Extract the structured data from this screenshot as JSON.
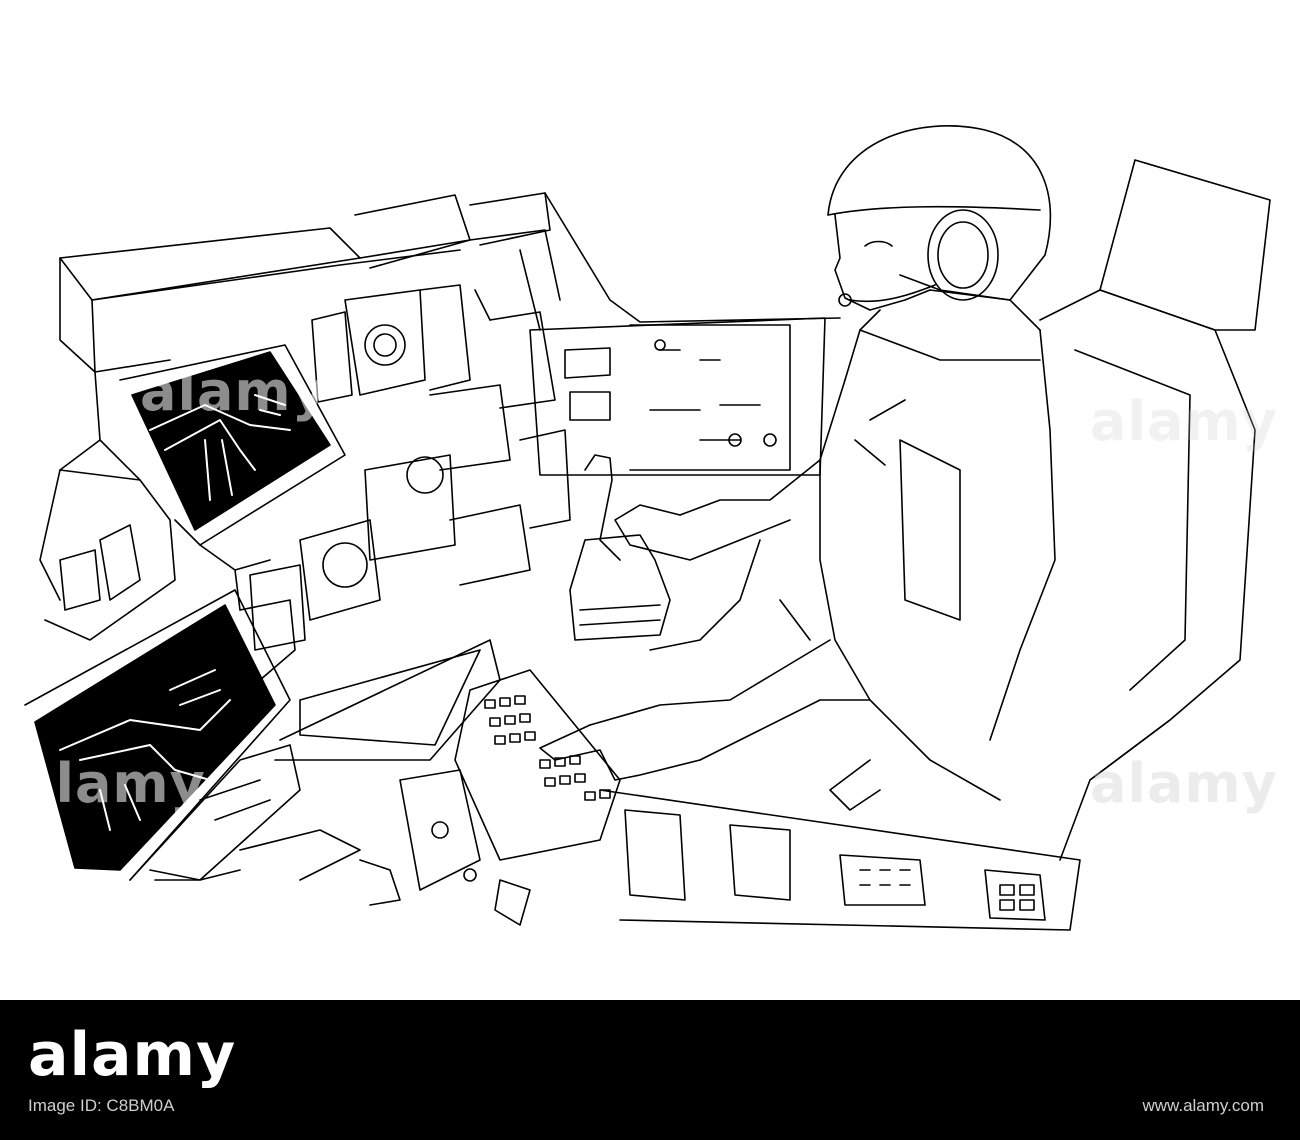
{
  "watermark": {
    "logo_text": "alamy"
  },
  "footer": {
    "logo_text": "alamy",
    "image_id_label": "Image ID: C8BM0A",
    "url": "www.alamy.com"
  },
  "colors": {
    "line": "#000000",
    "background": "#ffffff",
    "footer_bg": "#000000"
  },
  "icons": {
    "logo": "alamy-logo"
  }
}
